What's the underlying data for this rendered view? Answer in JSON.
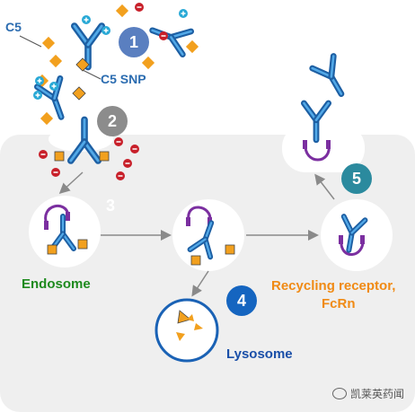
{
  "labels": {
    "c5": "C5",
    "c5_snp": "C5 SNP",
    "endosome": "Endosome",
    "lysosome": "Lysosome",
    "recycling_line1": "Recycling receptor,",
    "recycling_line2": "FcRn"
  },
  "steps": [
    {
      "num": "1",
      "color": "#5a7fc0"
    },
    {
      "num": "2",
      "color": "#8c8c8c"
    },
    {
      "num": "3",
      "color": "#ffffff"
    },
    {
      "num": "4",
      "color": "#1565c0"
    },
    {
      "num": "5",
      "color": "#2b8a9e"
    }
  ],
  "watermark": "凯莱英药闻",
  "colors": {
    "antibody": "#2b78c6",
    "antigen": "#f2a01e",
    "charge_neg": "#c8202a",
    "charge_pos": "#29a9d6",
    "fcrn": "#7b2fa0",
    "endosome_label": "#1e8a1e",
    "recycling_label": "#f08a14",
    "lysosome_label": "#1a4fa8",
    "panel_bg": "#efefef"
  }
}
